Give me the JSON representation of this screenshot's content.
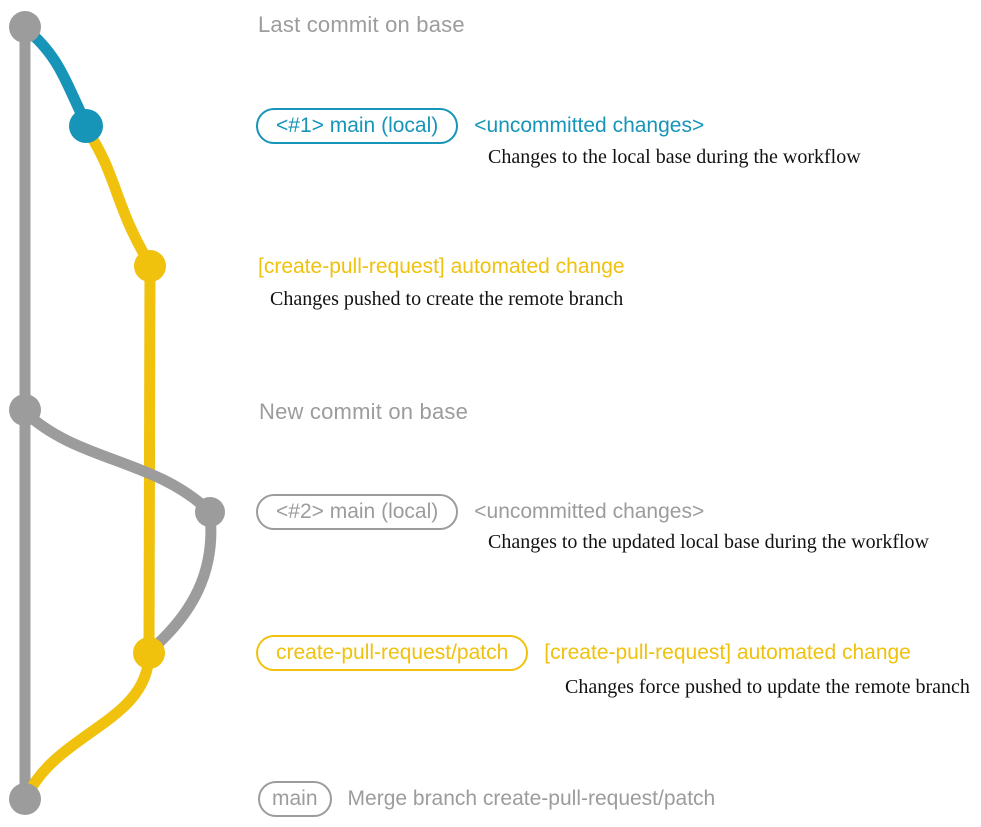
{
  "colors": {
    "gray": "#9c9c9c",
    "blue": "#1695b9",
    "yellow": "#f0c10d",
    "dark": "#121212",
    "background": "#ffffff"
  },
  "rows": {
    "last_commit": {
      "title": "Last commit on base"
    },
    "uncommitted_1": {
      "branch_label": "<#1> main (local)",
      "message": "<uncommitted changes>",
      "description": "Changes to the local base during the workflow"
    },
    "automated_1": {
      "message": "[create-pull-request] automated change",
      "description": "Changes pushed to create the remote branch"
    },
    "new_commit": {
      "title": "New commit on base"
    },
    "uncommitted_2": {
      "branch_label": "<#2> main (local)",
      "message": "<uncommitted changes>",
      "description": "Changes to the updated local base during the workflow"
    },
    "automated_2": {
      "branch_label": "create-pull-request/patch",
      "message": "[create-pull-request] automated change",
      "description": "Changes force pushed to update the remote branch"
    },
    "merge": {
      "branch_label": "main",
      "message": "Merge branch create-pull-request/patch"
    }
  }
}
